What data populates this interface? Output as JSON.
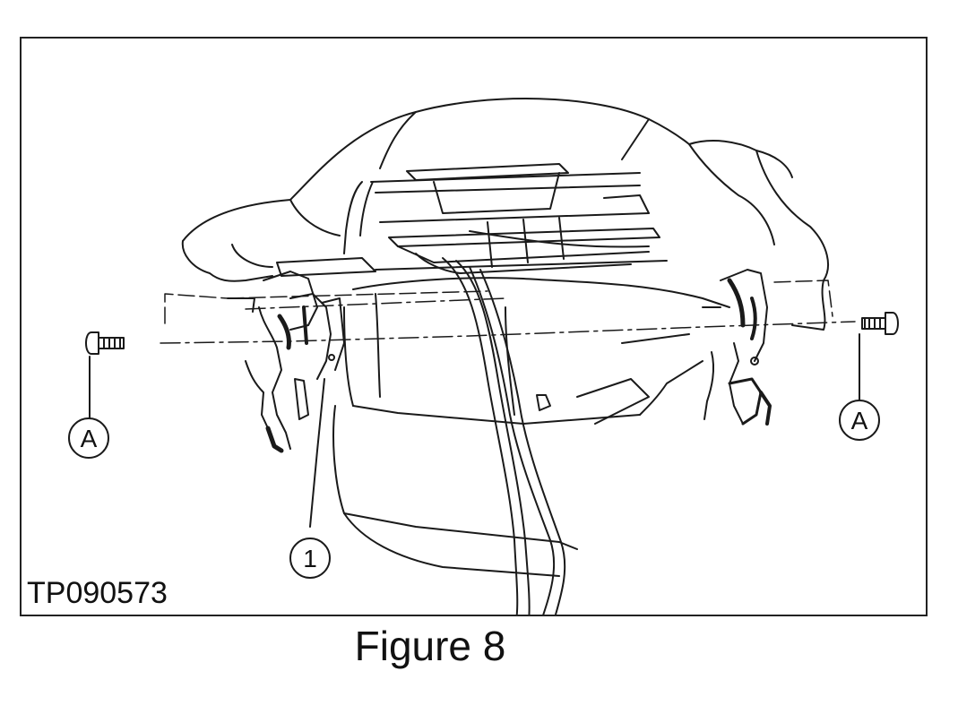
{
  "figure": {
    "caption": "Figure 8",
    "code": "TP090573",
    "callouts": [
      {
        "id": "A-left",
        "label": "A"
      },
      {
        "id": "A-right",
        "label": "A"
      },
      {
        "id": "1",
        "label": "1"
      }
    ]
  },
  "colors": {
    "line": "#1a1a1a",
    "border": "#222222",
    "background": "#ffffff"
  }
}
